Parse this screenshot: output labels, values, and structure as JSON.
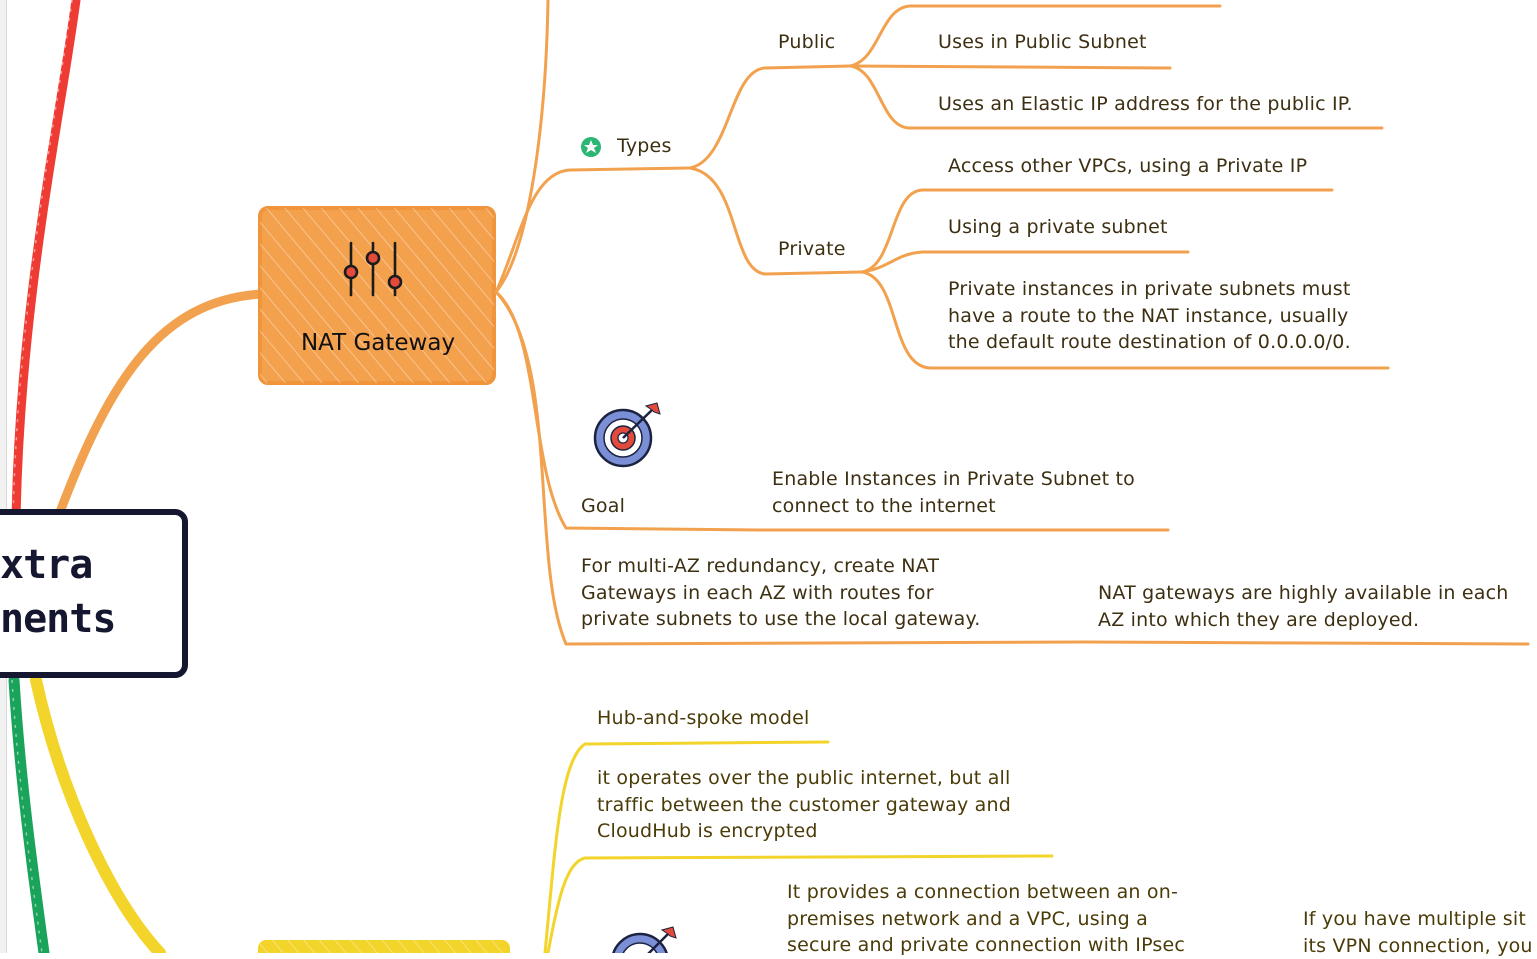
{
  "colors": {
    "branch_orange": "#f2a24e",
    "node_orange": "#f4a14e",
    "red_branch": "#ee3b33",
    "green_branch": "#1aa35a",
    "yellow_branch": "#f2d42a",
    "root_border": "#14172f",
    "text": "#3d2f12"
  },
  "root": {
    "label": "xtra\nnents"
  },
  "nat_gateway": {
    "title": "NAT Gateway",
    "icon": "sliders-icon"
  },
  "types": {
    "label": "Types",
    "icon": "star-badge-icon",
    "public": {
      "label": "Public",
      "items": [
        "Uses in Public Subnet",
        "Uses an Elastic IP address for the public IP."
      ]
    },
    "private": {
      "label": "Private",
      "items": [
        "Access other VPCs, using a Private IP",
        "Using a private subnet",
        "Private instances in private subnets must\nhave a route to the NAT instance, usually\nthe default route destination of 0.0.0.0/0."
      ]
    }
  },
  "goal": {
    "label": "Goal",
    "icon": "target-arrow-icon",
    "text": "Enable Instances in Private Subnet to\nconnect to the internet"
  },
  "redundancy": {
    "text": "For multi-AZ redundancy, create NAT\nGateways in each AZ with routes for\nprivate subnets to use the local gateway.",
    "detail": "NAT gateways are highly available in each\nAZ into which they are deployed."
  },
  "vpn": {
    "hub": "Hub-and-spoke model",
    "traffic": "it operates over the public internet, but all\ntraffic between the customer gateway and\nCloudHub is encrypted",
    "connection": "It provides a connection between an on-\npremises network and a VPC, using a\nsecure and private connection with IPsec",
    "multiple": "If you have multiple sit\nits VPN connection, you"
  }
}
